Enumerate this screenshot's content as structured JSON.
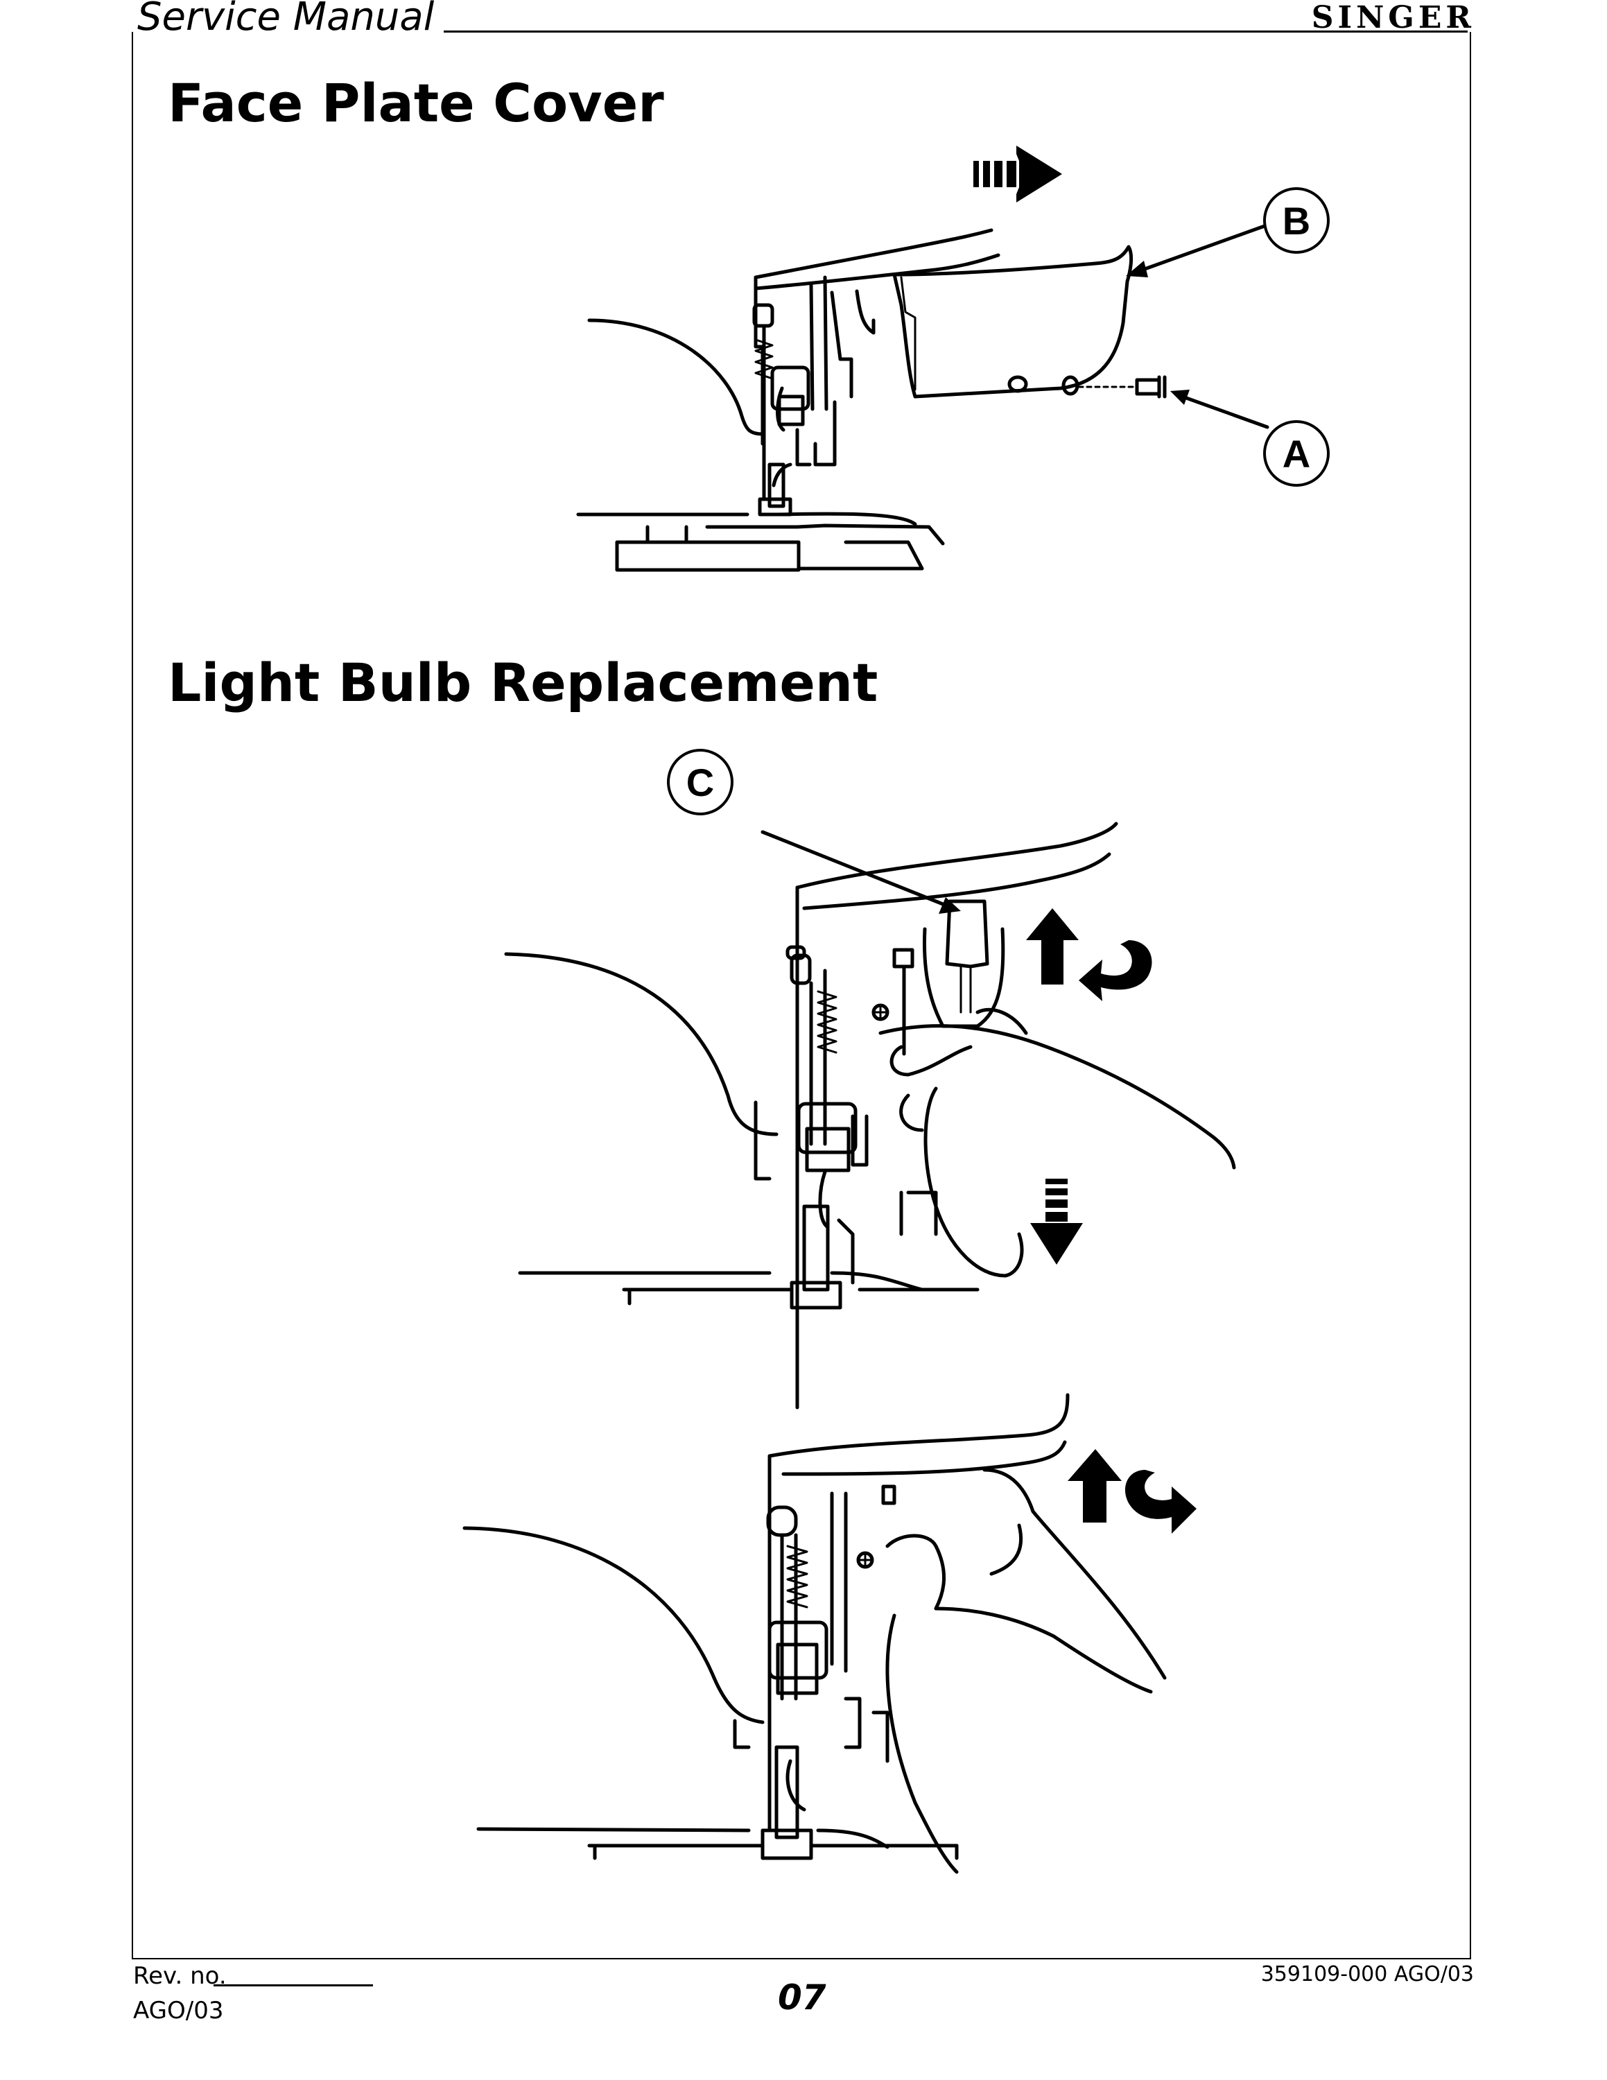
{
  "header": {
    "title": "Service Manual",
    "brand": "SINGER"
  },
  "sections": {
    "face_plate": {
      "title": "Face Plate Cover",
      "callouts": {
        "a": "A",
        "b": "B"
      }
    },
    "light_bulb": {
      "title": "Light Bulb Replacement",
      "callouts": {
        "c": "C"
      }
    }
  },
  "footer": {
    "rev_label": "Rev. no.",
    "rev_date": "AGO/03",
    "page_number": "07",
    "doc_number": "359109-000  AGO/03"
  }
}
